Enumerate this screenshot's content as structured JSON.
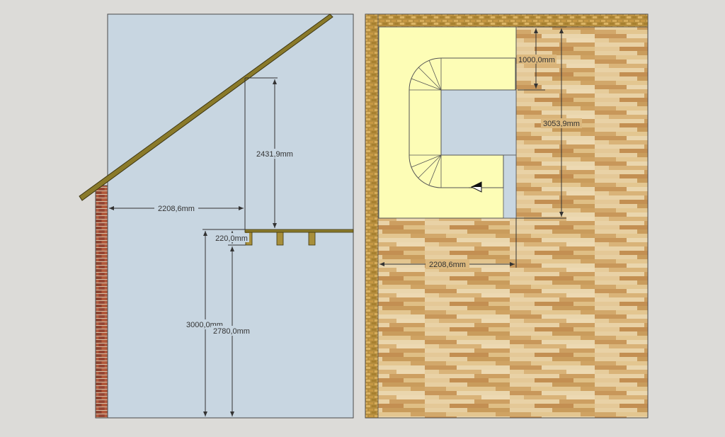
{
  "section_view": {
    "dimensions": {
      "stair_height": "2431,9mm",
      "horizontal_run": "2208,6mm",
      "floor_thickness": "220,0mm",
      "total_height": "3000,0mm",
      "ceiling_height": "2780,0mm"
    }
  },
  "plan_view": {
    "dimensions": {
      "opening_depth": "1000,0mm",
      "opening_length": "3053,9mm",
      "opening_width": "2208,6mm"
    }
  },
  "colors": {
    "canvas_background": "#dcdbd8",
    "section_wall": "#c8d6e1",
    "brick": "#9b4a34",
    "rafter": "#8a7a2a",
    "stair_fill": "#fdfdb6",
    "floor_wood": "#d9b57a",
    "dimension_line": "#333333"
  }
}
